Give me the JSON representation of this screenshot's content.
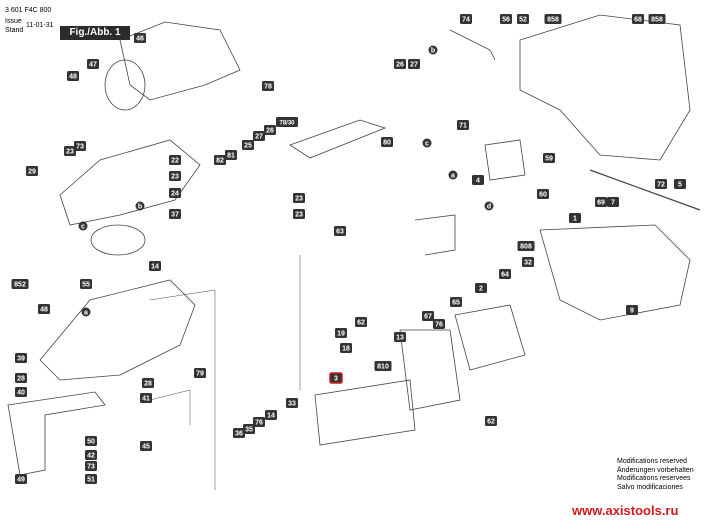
{
  "header": {
    "doc_number": "3 601 F4C 800",
    "issue_label": "Issue",
    "stand_label": "Stand",
    "issue_date": "11-01-31",
    "figure_label": "Fig./Abb. 1"
  },
  "notes": [
    "Modifications reserved",
    "Änderungen vorbehalten",
    "Modifications reservees",
    "Salvo modificaciones"
  ],
  "website": "www.axistools.ru",
  "colors": {
    "label_fill": "#333333",
    "highlight": "#d21a1a",
    "line": "#444444"
  },
  "part_labels": [
    {
      "id": "46",
      "text": "46"
    },
    {
      "id": "74",
      "text": "74"
    },
    {
      "id": "56",
      "text": "56"
    },
    {
      "id": "52",
      "text": "52"
    },
    {
      "id": "858a",
      "text": "858"
    },
    {
      "id": "68",
      "text": "68"
    },
    {
      "id": "858b",
      "text": "858"
    },
    {
      "id": "47",
      "text": "47"
    },
    {
      "id": "48",
      "text": "48"
    },
    {
      "id": "b1",
      "text": "b"
    },
    {
      "id": "26a",
      "text": "26"
    },
    {
      "id": "27a",
      "text": "27"
    },
    {
      "id": "78",
      "text": "78"
    },
    {
      "id": "78_30",
      "text": "78/30"
    },
    {
      "id": "23a",
      "text": "23"
    },
    {
      "id": "73a",
      "text": "73"
    },
    {
      "id": "29",
      "text": "29"
    },
    {
      "id": "22",
      "text": "22"
    },
    {
      "id": "23b",
      "text": "23"
    },
    {
      "id": "24",
      "text": "24"
    },
    {
      "id": "82",
      "text": "82"
    },
    {
      "id": "81",
      "text": "81"
    },
    {
      "id": "25",
      "text": "25"
    },
    {
      "id": "27b",
      "text": "27"
    },
    {
      "id": "26b",
      "text": "26"
    },
    {
      "id": "80",
      "text": "80"
    },
    {
      "id": "c1",
      "text": "c"
    },
    {
      "id": "71",
      "text": "71"
    },
    {
      "id": "a1",
      "text": "a"
    },
    {
      "id": "4",
      "text": "4"
    },
    {
      "id": "59",
      "text": "59"
    },
    {
      "id": "60",
      "text": "60"
    },
    {
      "id": "d1",
      "text": "d"
    },
    {
      "id": "69",
      "text": "69"
    },
    {
      "id": "7",
      "text": "7"
    },
    {
      "id": "72",
      "text": "72"
    },
    {
      "id": "5",
      "text": "5"
    },
    {
      "id": "b2",
      "text": "b"
    },
    {
      "id": "37",
      "text": "37"
    },
    {
      "id": "c2",
      "text": "c"
    },
    {
      "id": "23c",
      "text": "23"
    },
    {
      "id": "23d",
      "text": "23"
    },
    {
      "id": "63",
      "text": "63"
    },
    {
      "id": "1",
      "text": "1"
    },
    {
      "id": "808",
      "text": "808"
    },
    {
      "id": "32",
      "text": "32"
    },
    {
      "id": "14a",
      "text": "14"
    },
    {
      "id": "852",
      "text": "852"
    },
    {
      "id": "55",
      "text": "55"
    },
    {
      "id": "48b",
      "text": "48"
    },
    {
      "id": "a2",
      "text": "a"
    },
    {
      "id": "64",
      "text": "64"
    },
    {
      "id": "2",
      "text": "2"
    },
    {
      "id": "65",
      "text": "65"
    },
    {
      "id": "9",
      "text": "9"
    },
    {
      "id": "62a",
      "text": "62"
    },
    {
      "id": "19",
      "text": "19"
    },
    {
      "id": "18",
      "text": "18"
    },
    {
      "id": "67",
      "text": "67"
    },
    {
      "id": "76a",
      "text": "76"
    },
    {
      "id": "13",
      "text": "13"
    },
    {
      "id": "39",
      "text": "39"
    },
    {
      "id": "810",
      "text": "810"
    },
    {
      "id": "28a",
      "text": "28"
    },
    {
      "id": "28b",
      "text": "28"
    },
    {
      "id": "79",
      "text": "79"
    },
    {
      "id": "3",
      "text": "3"
    },
    {
      "id": "40",
      "text": "40"
    },
    {
      "id": "41",
      "text": "41"
    },
    {
      "id": "33",
      "text": "33"
    },
    {
      "id": "14b",
      "text": "14"
    },
    {
      "id": "76b",
      "text": "76"
    },
    {
      "id": "35",
      "text": "35"
    },
    {
      "id": "36",
      "text": "36"
    },
    {
      "id": "45",
      "text": "45"
    },
    {
      "id": "62b",
      "text": "62"
    },
    {
      "id": "50",
      "text": "50"
    },
    {
      "id": "42",
      "text": "42"
    },
    {
      "id": "73b",
      "text": "73"
    },
    {
      "id": "49",
      "text": "49"
    },
    {
      "id": "51",
      "text": "51"
    }
  ]
}
